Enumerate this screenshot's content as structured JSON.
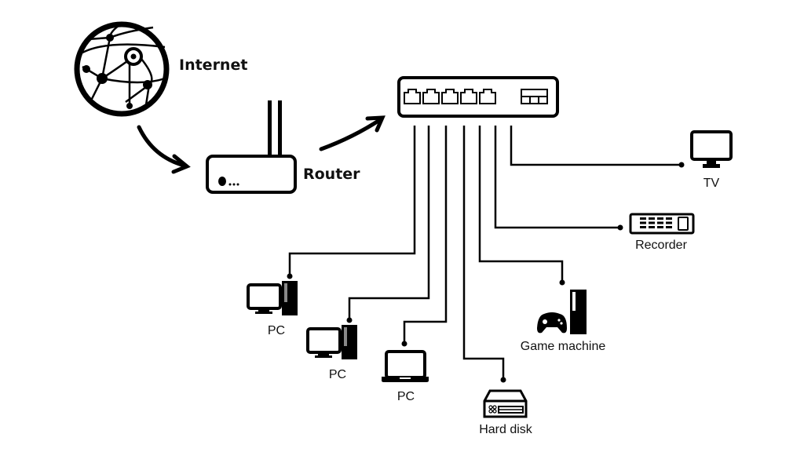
{
  "nodes": {
    "internet": "Internet",
    "router": "Router",
    "pc1": "PC",
    "pc2": "PC",
    "pc3": "PC",
    "hard_disk": "Hard disk",
    "game_machine": "Game machine",
    "recorder": "Recorder",
    "tv": "TV"
  },
  "colors": {
    "line": "#000000",
    "background": "#ffffff"
  }
}
